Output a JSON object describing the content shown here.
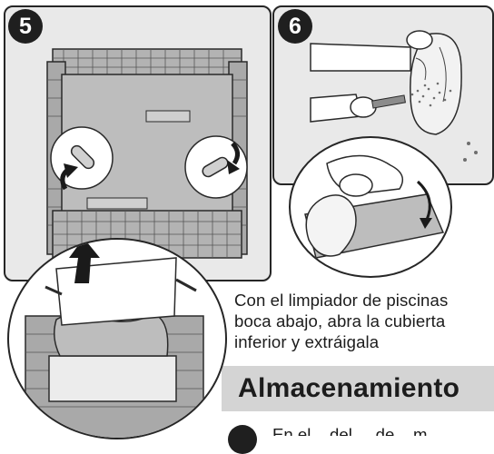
{
  "steps": [
    {
      "number": "5"
    },
    {
      "number": "6"
    }
  ],
  "instruction": {
    "line1": "Con el limpiador de piscinas",
    "line2": "boca abajo, abra la cubierta",
    "line3": "inferior y extráigala"
  },
  "section": {
    "title": "Almacenamiento",
    "next_text": "En el... del ... de... m..."
  },
  "colors": {
    "ink": "#1a1a1a",
    "panel_bg": "#e9e9e9",
    "banner_bg": "#d4d4d4",
    "body_grey": "#bdbdbd",
    "track_grey": "#a9a9a9"
  },
  "icons": [
    "rotate-arrow-icon",
    "up-arrow-icon",
    "curved-arrow-icon",
    "spray-water-icon"
  ]
}
